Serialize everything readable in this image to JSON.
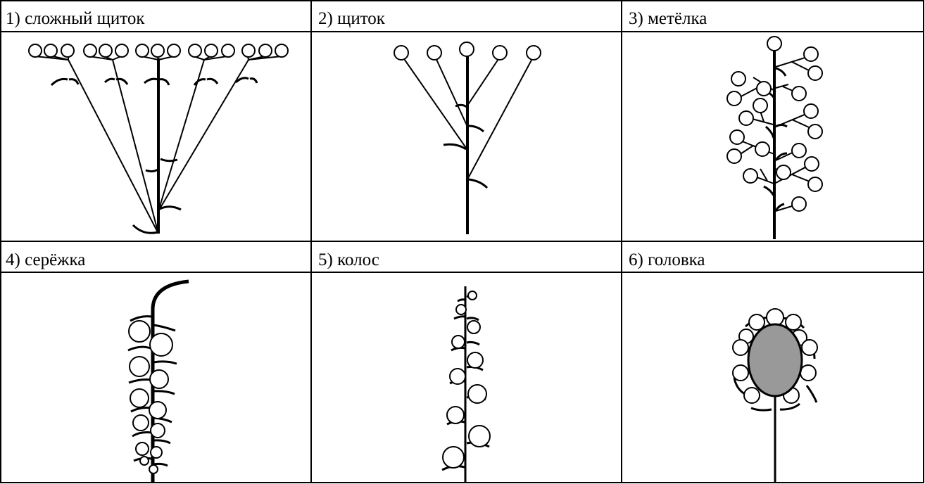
{
  "cells": [
    {
      "id": "compound-corymb",
      "label": "1) сложный щиток"
    },
    {
      "id": "corymb",
      "label": "2) щиток"
    },
    {
      "id": "panicle",
      "label": "3) метёлка"
    },
    {
      "id": "catkin",
      "label": "4) серёжка"
    },
    {
      "id": "spike",
      "label": "5) колос"
    },
    {
      "id": "head",
      "label": "6) головка"
    }
  ],
  "colors": {
    "line": "#000000",
    "receptacle_fill": "#999999",
    "background": "#ffffff"
  }
}
